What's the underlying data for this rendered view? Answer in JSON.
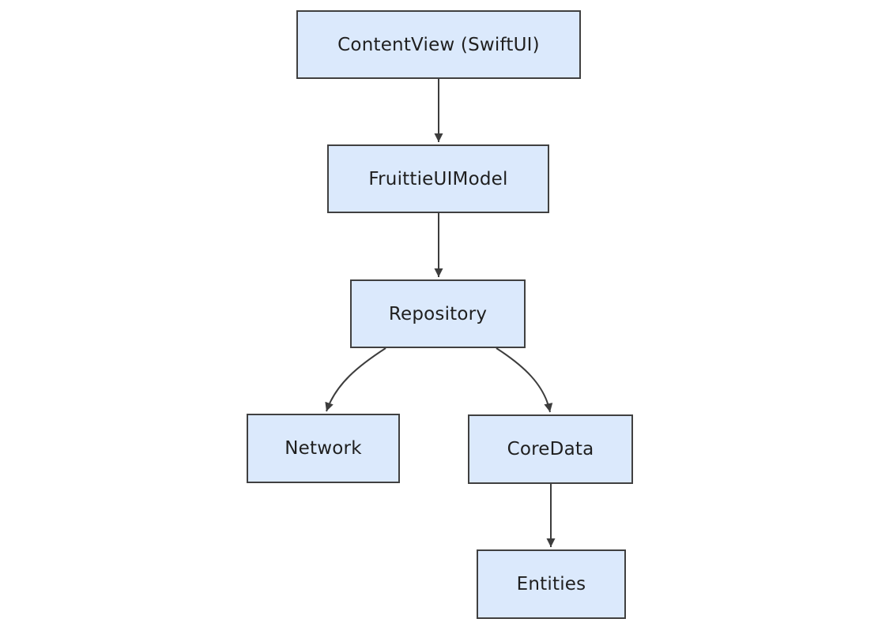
{
  "diagram": {
    "type": "flowchart-top-down",
    "background_color": "#ffffff",
    "node_fill_color": "#dbe9fc",
    "node_border_color": "#404040",
    "edge_color": "#3d3d3d",
    "text_color": "#1f1f1f",
    "nodes": [
      {
        "id": "contentview",
        "label": "ContentView (SwiftUI)"
      },
      {
        "id": "fruittieuimodel",
        "label": "FruittieUIModel"
      },
      {
        "id": "repository",
        "label": "Repository"
      },
      {
        "id": "network",
        "label": "Network"
      },
      {
        "id": "coredata",
        "label": "CoreData"
      },
      {
        "id": "entities",
        "label": "Entities"
      }
    ],
    "edges": [
      {
        "from": "ContentView (SwiftUI)",
        "to": "FruittieUIModel",
        "style": "arrow"
      },
      {
        "from": "FruittieUIModel",
        "to": "Repository",
        "style": "arrow"
      },
      {
        "from": "Repository",
        "to": "Network",
        "style": "arrow"
      },
      {
        "from": "Repository",
        "to": "CoreData",
        "style": "arrow"
      },
      {
        "from": "CoreData",
        "to": "Entities",
        "style": "arrow"
      }
    ]
  }
}
